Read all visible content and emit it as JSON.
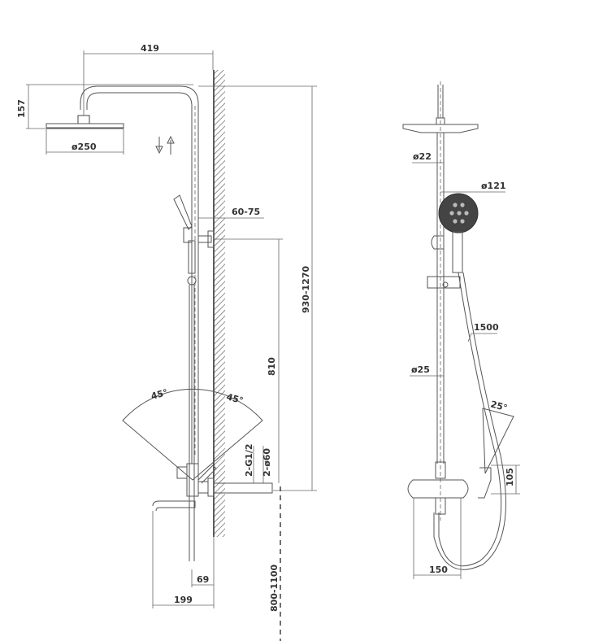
{
  "drawing": {
    "left_view": {
      "arm_length": "419",
      "head_drop": "157",
      "head_diameter": "ø250",
      "bracket_spacing": "60-75",
      "height_range": "930-1270",
      "mixer_to_bracket": "810",
      "inlet_thread": "2-G1/2",
      "inlet_escutcheon": "2-ø60",
      "angle_left": "45°",
      "angle_right": "45°",
      "inlet_height": "800-1100",
      "handle_offset": "69",
      "spout_reach": "199"
    },
    "right_view": {
      "pipe_top_diameter": "ø22",
      "hand_shower_diameter": "ø121",
      "hose_length": "1500",
      "pipe_diameter": "ø25",
      "hook_angle": "25°",
      "spout_height": "105",
      "mixer_width": "150"
    }
  }
}
